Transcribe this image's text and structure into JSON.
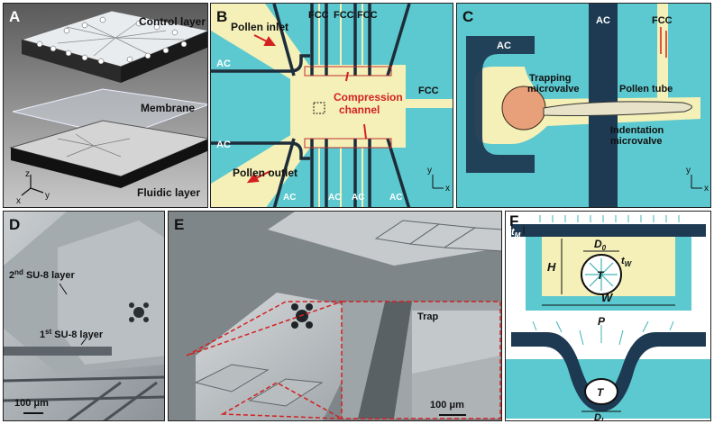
{
  "panels": {
    "a": {
      "letter": "A",
      "control_layer": "Control layer",
      "membrane": "Membrane",
      "fluidic_layer": "Fluidic layer",
      "axis_z": "z",
      "axis_x": "x",
      "axis_y": "y"
    },
    "b": {
      "letter": "B",
      "pollen_inlet": "Pollen inlet",
      "pollen_outlet": "Pollen outlet",
      "fcc_top": [
        "FCC",
        "FCC",
        "FCC"
      ],
      "fcc_right": "FCC",
      "ac_left_top": "AC",
      "ac_left_bottom": "AC",
      "ac_bottom": [
        "AC",
        "AC",
        "AC",
        "AC"
      ],
      "compression_line1": "Compression",
      "compression_line2": "channel",
      "axis_x": "x",
      "axis_y": "y"
    },
    "c": {
      "letter": "C",
      "ac_left": "AC",
      "ac_center": "AC",
      "fcc": "FCC",
      "trapping_line1": "Trapping",
      "trapping_line2": "microvalve",
      "pollen_tube": "Pollen tube",
      "indentation_line1": "Indentation",
      "indentation_line2": "microvalve",
      "axis_x": "x",
      "axis_y": "y"
    },
    "d": {
      "letter": "D",
      "layer2_sup": "nd",
      "layer2_num": "2",
      "layer2_text": " SU-8 layer",
      "layer1_num": "1",
      "layer1_sup": "st",
      "layer1_text": " SU-8 layer",
      "scale": "100 μm"
    },
    "e": {
      "letter": "E",
      "trap": "Trap",
      "scale": "100 μm"
    },
    "f": {
      "letter": "F",
      "t_m": "t",
      "t_m_sub": "M",
      "h": "H",
      "d0": "D",
      "d0_sub": "0",
      "t_w": "t",
      "t_w_sub": "W",
      "t_top": "T",
      "w": "W",
      "p": "P",
      "t_bottom": "T",
      "di": "D",
      "di_sub": "I"
    }
  },
  "colors": {
    "fluid_cyan": "#5cc8cf",
    "yellow_channel": "#f4f0b8",
    "dark_valve": "#1d3a52",
    "arrow_red": "#d42020",
    "arrow_teal": "#3fb3b5"
  }
}
